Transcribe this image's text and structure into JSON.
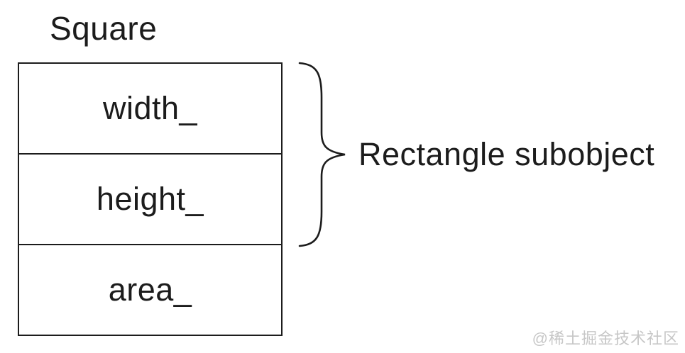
{
  "diagram": {
    "title": "Square",
    "object_box": {
      "cells": [
        {
          "label": "width_"
        },
        {
          "label": "height_"
        },
        {
          "label": "area_"
        }
      ]
    },
    "brace": {
      "label": "Rectangle subobject",
      "spans_cells": [
        "width_",
        "height_"
      ]
    },
    "colors": {
      "line": "#1c1c1c",
      "text": "#1c1c1c",
      "background": "#ffffff",
      "watermark": "#c7c7c7"
    }
  },
  "watermark": {
    "text": "@稀土掘金技术社区"
  }
}
